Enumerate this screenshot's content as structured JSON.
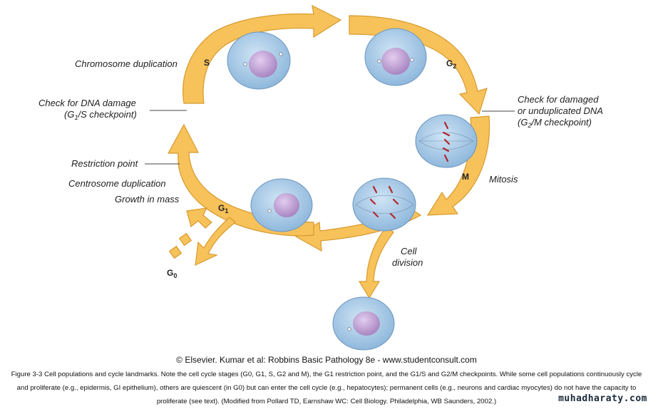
{
  "labels": {
    "chromosome_duplication": "Chromosome duplication",
    "check_dna_damage_line1": "Check for DNA damage",
    "check_dna_damage_line2": "(G",
    "check_dna_damage_sub": "1",
    "check_dna_damage_line2b": "/S checkpoint)",
    "restriction_point": "Restriction point",
    "centrosome_duplication": "Centrosome duplication",
    "growth_in_mass": "Growth in mass",
    "check_damaged_line1": "Check for damaged",
    "check_damaged_line2": "or unduplicated DNA",
    "check_damaged_line3": "(G",
    "check_damaged_sub": "2",
    "check_damaged_line3b": "/M checkpoint)",
    "mitosis": "Mitosis",
    "cell_division_line1": "Cell",
    "cell_division_line2": "division"
  },
  "phases": {
    "s": "S",
    "g2": "G",
    "g2_sub": "2",
    "m": "M",
    "g1": "G",
    "g1_sub": "1",
    "g0": "G",
    "g0_sub": "0"
  },
  "credit": "© Elsevier. Kumar et al: Robbins Basic Pathology 8e - www.studentconsult.com",
  "caption": "Figure 3-3 Cell populations and cycle landmarks. Note the cell cycle stages (G0, G1, S, G2 and M), the G1 restriction point, and the G1/S and G2/M checkpoints. While some cell populations continuously cycle and proliferate (e.g., epidermis, GI epithelium), others are quiescent (in G0) but can enter the cell cycle (e.g., hepatocytes); permanent cells (e.g., neurons and cardiac myocytes) do not have the capacity to proliferate (see text). (Modified from Pollard TD, Earnshaw WC: Cell Biology. Philadelphia, WB Saunders, 2002.)",
  "watermark": "muhadharaty.com",
  "colors": {
    "arrow_fill": "#f7c25a",
    "arrow_stroke": "#d79a2e",
    "cell_fill": "#a9cdea",
    "nucleus_fill": "#c6a8d8",
    "chromosome": "#b3262e"
  }
}
